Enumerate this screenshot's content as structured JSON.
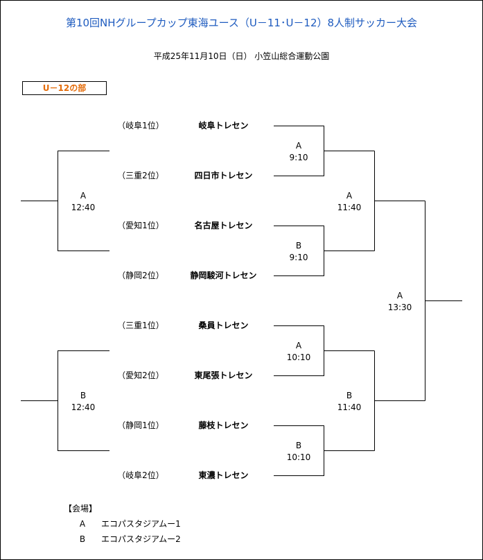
{
  "title": "第10回NHグループカップ東海ユース（U－11･U－12）8人制サッカー大会",
  "subtitle": "平成25年11月10日（日）  小笠山総合運動公園",
  "division": "U－12の部",
  "seeds": [
    "（岐阜1位）",
    "（三重2位）",
    "（愛知1位）",
    "（静岡2位）",
    "（三重1位）",
    "（愛知2位）",
    "（静岡1位）",
    "（岐阜2位）"
  ],
  "teams": [
    "岐阜トレセン",
    "四日市トレセン",
    "名古屋トレセン",
    "静岡駿河トレセン",
    "桑員トレセン",
    "東尾張トレセン",
    "藤枝トレセン",
    "東濃トレセン"
  ],
  "matches": {
    "r1": [
      {
        "venue": "A",
        "time": "9:10"
      },
      {
        "venue": "B",
        "time": "9:10"
      },
      {
        "venue": "A",
        "time": "10:10"
      },
      {
        "venue": "B",
        "time": "10:10"
      }
    ],
    "left": [
      {
        "venue": "A",
        "time": "12:40"
      },
      {
        "venue": "B",
        "time": "12:40"
      }
    ],
    "semi": [
      {
        "venue": "A",
        "time": "11:40"
      },
      {
        "venue": "B",
        "time": "11:40"
      }
    ],
    "final": {
      "venue": "A",
      "time": "13:30"
    }
  },
  "venues": {
    "heading": "【会場】",
    "list": [
      {
        "id": "A",
        "name": "エコパスタジアムー1"
      },
      {
        "id": "B",
        "name": "エコパスタジアムー2"
      }
    ]
  }
}
